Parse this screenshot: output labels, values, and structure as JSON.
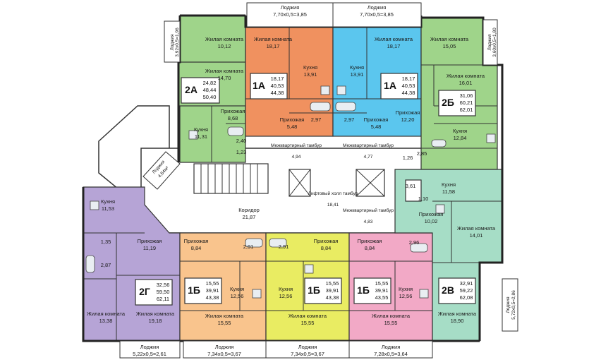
{
  "colors": {
    "apt_1a_left": "#f0915f",
    "apt_1a_right": "#5bc6ee",
    "apt_2a": "#9fd48a",
    "apt_2b_top": "#9fd48a",
    "apt_2g": "#b6a4d6",
    "apt_1b_left": "#f9c48d",
    "apt_1b_mid": "#e9ec62",
    "apt_1b_right": "#f2a9c6",
    "apt_2v": "#a6ddc6",
    "common": "#ffffff"
  },
  "loggias": [
    {
      "id": "lt1",
      "title": "Лоджия",
      "size": "7,70х0,5=3,85"
    },
    {
      "id": "lt2",
      "title": "Лоджия",
      "size": "7,70х0,5=3,85"
    },
    {
      "id": "ltl",
      "title": "Лоджия",
      "size": "3,92х0,5=1,96"
    },
    {
      "id": "ltr",
      "title": "Лоджия",
      "size": "3,60х0,5=1,80"
    },
    {
      "id": "ldiag",
      "title": "Лоджия",
      "size": "4,84м²"
    },
    {
      "id": "lr",
      "title": "Лоджия",
      "size": "5,72х0,5=2,86"
    },
    {
      "id": "lb1",
      "title": "Лоджия",
      "size": "5,22х0,5=2,61"
    },
    {
      "id": "lb2",
      "title": "Лоджия",
      "size": "7,34х0,5=3,67"
    },
    {
      "id": "lb3",
      "title": "Лоджия",
      "size": "7,34х0,5=3,67"
    },
    {
      "id": "lb4",
      "title": "Лоджия",
      "size": "7,28х0,5=3,64"
    }
  ],
  "apartments": [
    {
      "id": "2A",
      "code": "2А",
      "areas": [
        "24,82",
        "48,44",
        "50,40"
      ]
    },
    {
      "id": "1AL",
      "code": "1А",
      "areas": [
        "18,17",
        "40,53",
        "44,38"
      ]
    },
    {
      "id": "1AR",
      "code": "1А",
      "areas": [
        "18,17",
        "40,53",
        "44,38"
      ]
    },
    {
      "id": "2B",
      "code": "2Б",
      "areas": [
        "31,06",
        "60,21",
        "62,01"
      ]
    },
    {
      "id": "2G",
      "code": "2Г",
      "areas": [
        "32,56",
        "59,50",
        "62,11"
      ]
    },
    {
      "id": "1BL",
      "code": "1Б",
      "areas": [
        "15,55",
        "39,91",
        "43,38"
      ]
    },
    {
      "id": "1BM",
      "code": "1Б",
      "areas": [
        "15,55",
        "39,91",
        "43,38"
      ]
    },
    {
      "id": "1BR",
      "code": "1Б",
      "areas": [
        "15,55",
        "39,91",
        "43,55"
      ]
    },
    {
      "id": "2V",
      "code": "2В",
      "areas": [
        "32,91",
        "59,22",
        "62,08"
      ]
    }
  ],
  "rooms": [
    {
      "id": "r1",
      "name": "Жилая комната",
      "area": "10,12"
    },
    {
      "id": "r2",
      "name": "Жилая комната",
      "area": "14,70"
    },
    {
      "id": "r3",
      "name": "Прихожая",
      "area": "8,68"
    },
    {
      "id": "r4",
      "name": "Кухня",
      "area": "11,31"
    },
    {
      "id": "r5",
      "name": "Жилая комната",
      "area": "18,17"
    },
    {
      "id": "r6",
      "name": "Кухня",
      "area": "13,91"
    },
    {
      "id": "r7",
      "name": "Прихожая",
      "area": "5,48"
    },
    {
      "id": "r8",
      "name": "Жилая комната",
      "area": "18,17"
    },
    {
      "id": "r9",
      "name": "Кухня",
      "area": "13,91"
    },
    {
      "id": "r10",
      "name": "Прихожая",
      "area": "5,48"
    },
    {
      "id": "r11",
      "name": "Жилая комната",
      "area": "15,05"
    },
    {
      "id": "r12",
      "name": "Жилая комната",
      "area": "16,01"
    },
    {
      "id": "r13",
      "name": "Прихожая",
      "area": "12,20"
    },
    {
      "id": "r14",
      "name": "Кухня",
      "area": "12,84"
    },
    {
      "id": "r15",
      "name": "Межквартирный тамбур",
      "area": "4,94"
    },
    {
      "id": "r16",
      "name": "Межквартирный тамбур",
      "area": "4,77"
    },
    {
      "id": "r17",
      "name": "Лифтовый холл тамбур",
      "area": "18,41"
    },
    {
      "id": "r18",
      "name": "Межквартирный тамбур",
      "area": "4,83"
    },
    {
      "id": "r19",
      "name": "Коридор",
      "area": "21,87"
    },
    {
      "id": "r20",
      "name": "Кухня",
      "area": "11,53"
    },
    {
      "id": "r21",
      "name": "Прихожая",
      "area": "11,19"
    },
    {
      "id": "r22",
      "name": "Жилая комната",
      "area": "13,38"
    },
    {
      "id": "r23",
      "name": "Жилая комната",
      "area": "19,18"
    },
    {
      "id": "r24",
      "name": "Прихожая",
      "area": "8,84"
    },
    {
      "id": "r25",
      "name": "Кухня",
      "area": "12,56"
    },
    {
      "id": "r26",
      "name": "Жилая комната",
      "area": "15,55"
    },
    {
      "id": "r27",
      "name": "Прихожая",
      "area": "8,84"
    },
    {
      "id": "r28",
      "name": "Кухня",
      "area": "12,56"
    },
    {
      "id": "r29",
      "name": "Жилая комната",
      "area": "15,55"
    },
    {
      "id": "r30",
      "name": "Прихожая",
      "area": "8,84"
    },
    {
      "id": "r31",
      "name": "Кухня",
      "area": "12,56"
    },
    {
      "id": "r32",
      "name": "Жилая комната",
      "area": "15,55"
    },
    {
      "id": "r33",
      "name": "Кухня",
      "area": "11,58"
    },
    {
      "id": "r34",
      "name": "Прихожая",
      "area": "10,02"
    },
    {
      "id": "r35",
      "name": "Жилая комната",
      "area": "14,01"
    },
    {
      "id": "r36",
      "name": "Жилая комната",
      "area": "18,90"
    }
  ],
  "small_areas": [
    {
      "id": "s1",
      "value": "2,40"
    },
    {
      "id": "s2",
      "value": "1,23"
    },
    {
      "id": "s3",
      "value": "2,97"
    },
    {
      "id": "s4",
      "value": "2,97"
    },
    {
      "id": "s5",
      "value": "1,26"
    },
    {
      "id": "s6",
      "value": "2,85"
    },
    {
      "id": "s7",
      "value": "3,61"
    },
    {
      "id": "s8",
      "value": "1,10"
    },
    {
      "id": "s9",
      "value": "1,35"
    },
    {
      "id": "s10",
      "value": "2,87"
    },
    {
      "id": "s11",
      "value": "2,91"
    },
    {
      "id": "s12",
      "value": "2,91"
    },
    {
      "id": "s13",
      "value": "2,96"
    }
  ]
}
